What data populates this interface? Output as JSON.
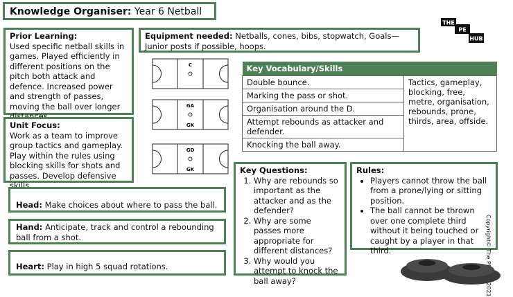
{
  "title": {
    "label": "Knowledge Organiser:",
    "sub": "Year 6 Netball"
  },
  "prior": {
    "heading": "Prior Learning:",
    "text": "Used specific netball skills in games. Played efficiently in different positions on the pitch both attack and defence. Increased power and strength of passes, moving the ball over longer distances."
  },
  "unit": {
    "heading": "Unit Focus:",
    "text": "Work as a team to improve group tactics and gameplay. Play within the rules using blocking skills for shots and passes. Develop defensive skills."
  },
  "equipment": {
    "heading": "Equipment needed:",
    "text": "Netballs, cones, bibs, stopwatch, Goals—Junior posts if possible, hoops."
  },
  "vocab": {
    "heading": "Key Vocabulary/Skills",
    "rows": [
      "Double bounce.",
      "Marking the pass or shot.",
      "Organisation around the D.",
      "Attempt rebounds as attacker and defender.",
      "Knocking the ball away."
    ],
    "words": "Tactics, gameplay, blocking, free, metre, organisation, rebounds, prone, thirds, area, offside."
  },
  "courts": [
    {
      "top": "C",
      "bottom": ""
    },
    {
      "top": "GA",
      "bottom": "GK"
    },
    {
      "top": "GD",
      "bottom": "GK"
    }
  ],
  "head": {
    "label": "Head:",
    "text": "Make choices about where to pass the ball."
  },
  "hand": {
    "label": "Hand:",
    "text": "Anticipate, track and control a rebounding ball from a shot."
  },
  "heart": {
    "label": "Heart:",
    "text": "Play in high 5 squad rotations."
  },
  "questions": {
    "heading": "Key Questions:",
    "items": [
      "Why are rebounds so important as the attacker and as the defender?",
      "Why are some passes more appropriate for different distances?",
      "Why would you attempt to knock the ball away?"
    ]
  },
  "rules": {
    "heading": "Rules:",
    "items": [
      "Players cannot throw the ball from a prone/lying or sitting position.",
      "The ball cannot be thrown over one complete third without it being touched or caught by a player in that third."
    ]
  },
  "logo": {
    "line1": "THE",
    "line2": "PE",
    "line3": "HUB"
  },
  "copyright": "Copyright© The PE Hub 2021",
  "colors": {
    "accent": "#4f7f55"
  }
}
